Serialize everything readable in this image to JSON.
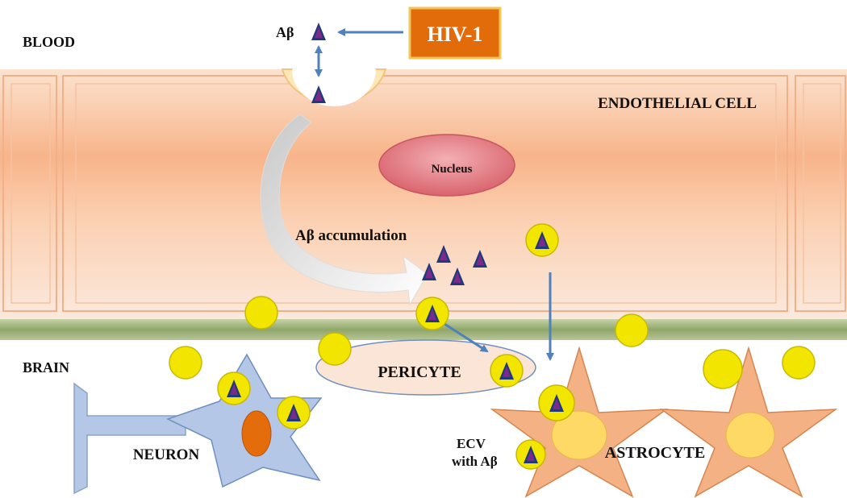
{
  "labels": {
    "blood": "BLOOD",
    "brain": "BRAIN",
    "endothelial_cell": "ENDOTHELIAL CELL",
    "nucleus": "Nucleus",
    "hiv": "HIV-1",
    "abeta_top": "Aβ",
    "abeta_accumulation": "Aβ accumulation",
    "pericyte": "PERICYTE",
    "neuron": "NEURON",
    "astrocyte": "ASTROCYTE",
    "ecv_line1": "ECV",
    "ecv_line2": "with Aβ"
  },
  "colors": {
    "endothelium_band": "#f7c9a4",
    "endothelium_center": "#f9b98d",
    "basement_membrane": "#9bb07a",
    "hiv_box": "#e36c0a",
    "arrow": "#4f81bd",
    "vesicle": "#f2e600",
    "abeta_triangle": "#5b2a86",
    "nucleus": "#e27e86",
    "pericyte": "#fbe5d6",
    "astrocyte": "#f4b183",
    "astrocyte_core": "#ffd966",
    "neuron": "#b4c7e7",
    "neuron_nucleus": "#e46c0a"
  }
}
